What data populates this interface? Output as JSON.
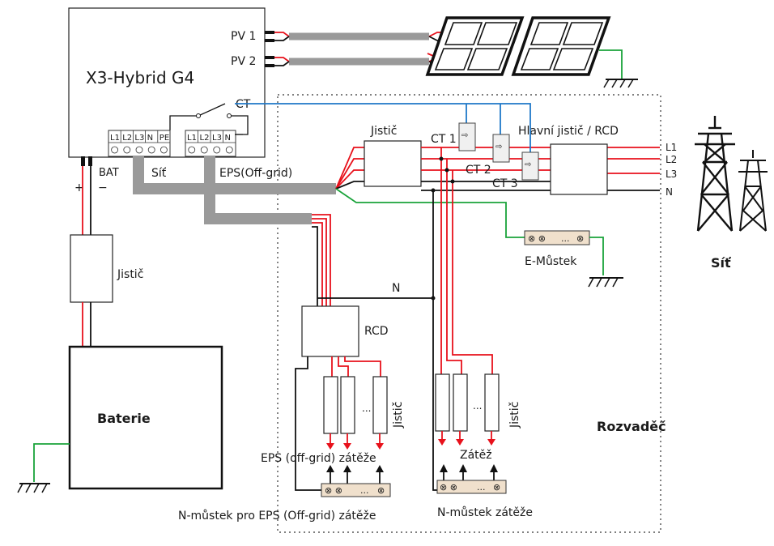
{
  "inverter": {
    "name": "X3-Hybrid G4",
    "pv1": "PV 1",
    "pv2": "PV 2",
    "ct": "CT",
    "bat": "BAT",
    "plus": "+",
    "minus": "−",
    "grid_port": "Síť",
    "eps_port": "EPS(Off-grid)",
    "grid_terminals": [
      "L1",
      "L2",
      "L3",
      "N",
      "PE"
    ],
    "eps_terminals": [
      "L1",
      "L2",
      "L3",
      "N"
    ]
  },
  "battery": {
    "label": "Baterie",
    "breaker": "Jistič"
  },
  "distribution": {
    "label": "Rozvaděč",
    "breaker": "Jistič",
    "ct1": "CT 1",
    "ct2": "CT 2",
    "ct3": "CT 3",
    "main_breaker": "Hlavní jistič / RCD",
    "lines": [
      "L1",
      "L2",
      "L3",
      "N"
    ],
    "e_bridge": "E-Můstek",
    "neutral": "N",
    "rcd": "RCD",
    "eps_breakers": "Jistič",
    "load_breakers": "Jistič",
    "eps_loads": "EPS (off-grid) zátěže",
    "loads": "Zátěž",
    "eps_n_bridge": "N-můstek pro EPS (Off-grid) zátěže",
    "load_n_bridge": "N-můstek zátěže",
    "dots": "...",
    "bridge_dots": "..."
  },
  "grid": {
    "label": "Síť"
  },
  "colors": {
    "phase": "#e8111b",
    "neutral": "#111111",
    "earth": "#1aa33a",
    "ct_signal": "#1f78c8",
    "cable": "#9a9a9a"
  }
}
